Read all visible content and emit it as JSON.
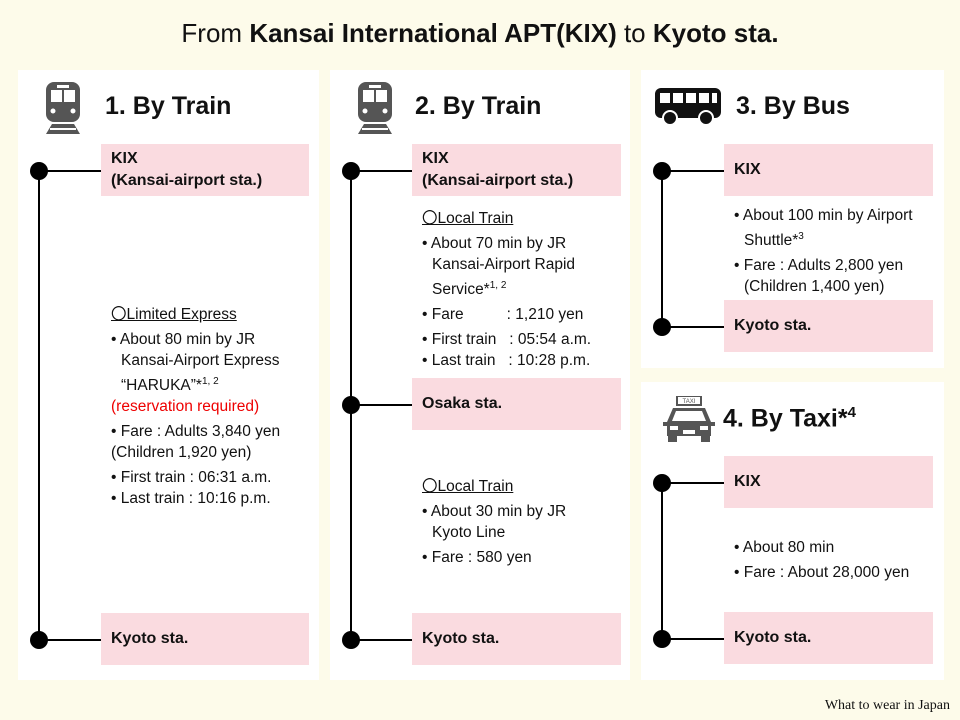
{
  "title": {
    "prefix": "From ",
    "origin": "Kansai International APT(KIX)",
    "mid": " to ",
    "dest": "Kyoto sta."
  },
  "routes": [
    {
      "heading": "1. By Train",
      "icon": "train-icon",
      "stops": [
        "KIX",
        "(Kansai-airport sta.)",
        "Kyoto sta."
      ],
      "section": "〇Limited Express",
      "lines": [
        "• About 80 min by JR",
        "Kansai-Airport Express",
        "“HARUKA”*",
        "1, 2",
        "(reservation required)",
        "• Fare : Adults 3,840 yen",
        "(Children 1,920 yen)",
        "• First train   : 06:31 a.m.",
        "• Last train   : 10:16 p.m."
      ]
    },
    {
      "heading": "2. By Train",
      "icon": "train-icon",
      "stops": [
        "KIX",
        "(Kansai-airport sta.)",
        "Osaka sta.",
        "Kyoto sta."
      ],
      "section1": "〇Local Train",
      "lines1": [
        "• About 70 min by JR",
        "Kansai-Airport Rapid",
        "Service*",
        "1, 2",
        "• Fare          : 1,210 yen",
        "• First train   : 05:54 a.m.",
        "• Last train   : 10:28 p.m."
      ],
      "section2": "〇Local Train",
      "lines2": [
        "• About 30 min by JR",
        "Kyoto Line",
        "• Fare : 580 yen"
      ]
    },
    {
      "heading": "3. By Bus",
      "icon": "bus-icon",
      "stops": [
        "KIX",
        "Kyoto sta."
      ],
      "lines": [
        "• About 100 min by Airport",
        "Shuttle*",
        "3",
        "• Fare : Adults 2,800 yen",
        "(Children 1,400 yen)"
      ]
    },
    {
      "heading": "4. By Taxi*",
      "heading_sup": "4",
      "icon": "taxi-icon",
      "icon_text": "TAXI",
      "stops": [
        "KIX",
        "Kyoto sta."
      ],
      "lines": [
        "• About 80 min",
        "• Fare : About 28,000 yen"
      ]
    }
  ],
  "brand": "What to wear in Japan"
}
